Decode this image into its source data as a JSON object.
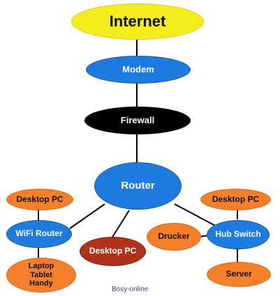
{
  "nodes": {
    "internet": "Internet",
    "modem": "Modem",
    "firewall": "Firewall",
    "router": "Router",
    "wifi_router": "WiFi Router",
    "desktop_left_top": "Desktop PC",
    "mobile_devices": "Laptop\nTablet\nHandy",
    "desktop_center": "Desktop PC",
    "hub_switch": "Hub Switch",
    "desktop_right_top": "Desktop PC",
    "drucker": "Drucker",
    "server": "Server"
  },
  "credit": "Bosy-online",
  "colors": {
    "internet": "#f7ec1b",
    "network": "#1e7be0",
    "firewall": "#000000",
    "device": "#f57f2a",
    "desktop_center": "#b0321a"
  }
}
